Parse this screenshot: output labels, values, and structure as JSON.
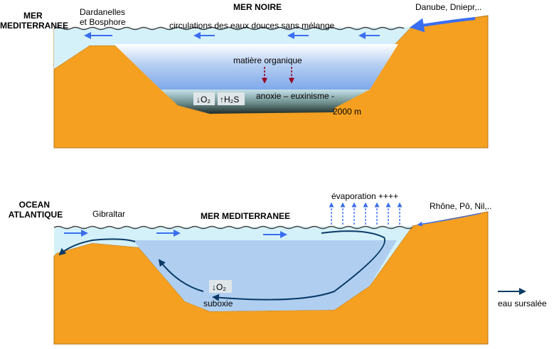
{
  "top_diagram": {
    "sea_title": "MER NOIRE",
    "outer_sea": "MER\nMEDITERRANEE",
    "strait": "Dardanelles\net Bosphore",
    "rivers": "Danube, Dniepr,..",
    "surface_flow": "circulations des eaux douces sans mélange",
    "organic_matter": "matière organique",
    "oxygen": "↓O₂",
    "h2s": "↑H₂S",
    "anoxia": "anoxie – euxinisme -",
    "depth": "2000 m"
  },
  "bottom_diagram": {
    "outer_ocean": "OCEAN\nATLANTIQUE",
    "strait": "Gibraltar",
    "sea_title": "MER MEDITERRANEE",
    "rivers": "Rhône, Pô, Nil,..",
    "evaporation": "évaporation ++++",
    "oxygen": "↓O₂",
    "suboxia": "suboxie"
  },
  "legend": {
    "label": "eau sursalée"
  },
  "colors": {
    "land": "#f5a020",
    "water_light": "#d4f1f9",
    "water_deep": "#b0cff0",
    "anoxic": "#2a3e3c",
    "arrow_blue": "#3a6ef0",
    "dense_arrow": "#0a3a66",
    "organic_arrow": "#990022"
  }
}
